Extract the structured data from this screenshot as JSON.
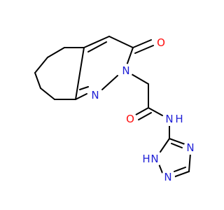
{
  "molecule": {
    "atoms": {
      "oxygen_ketone": "O",
      "nitrogen_2": "N",
      "nitrogen_1": "N",
      "oxygen_amide": "O",
      "amide_nh": "N",
      "amide_h": "H",
      "triazole_n4": "N",
      "triazole_n1": "N",
      "triazole_h": "H",
      "triazole_n2": "N"
    },
    "colors": {
      "carbon": "#000000",
      "nitrogen": "#1f1fd6",
      "oxygen": "#ff0d0d"
    }
  }
}
